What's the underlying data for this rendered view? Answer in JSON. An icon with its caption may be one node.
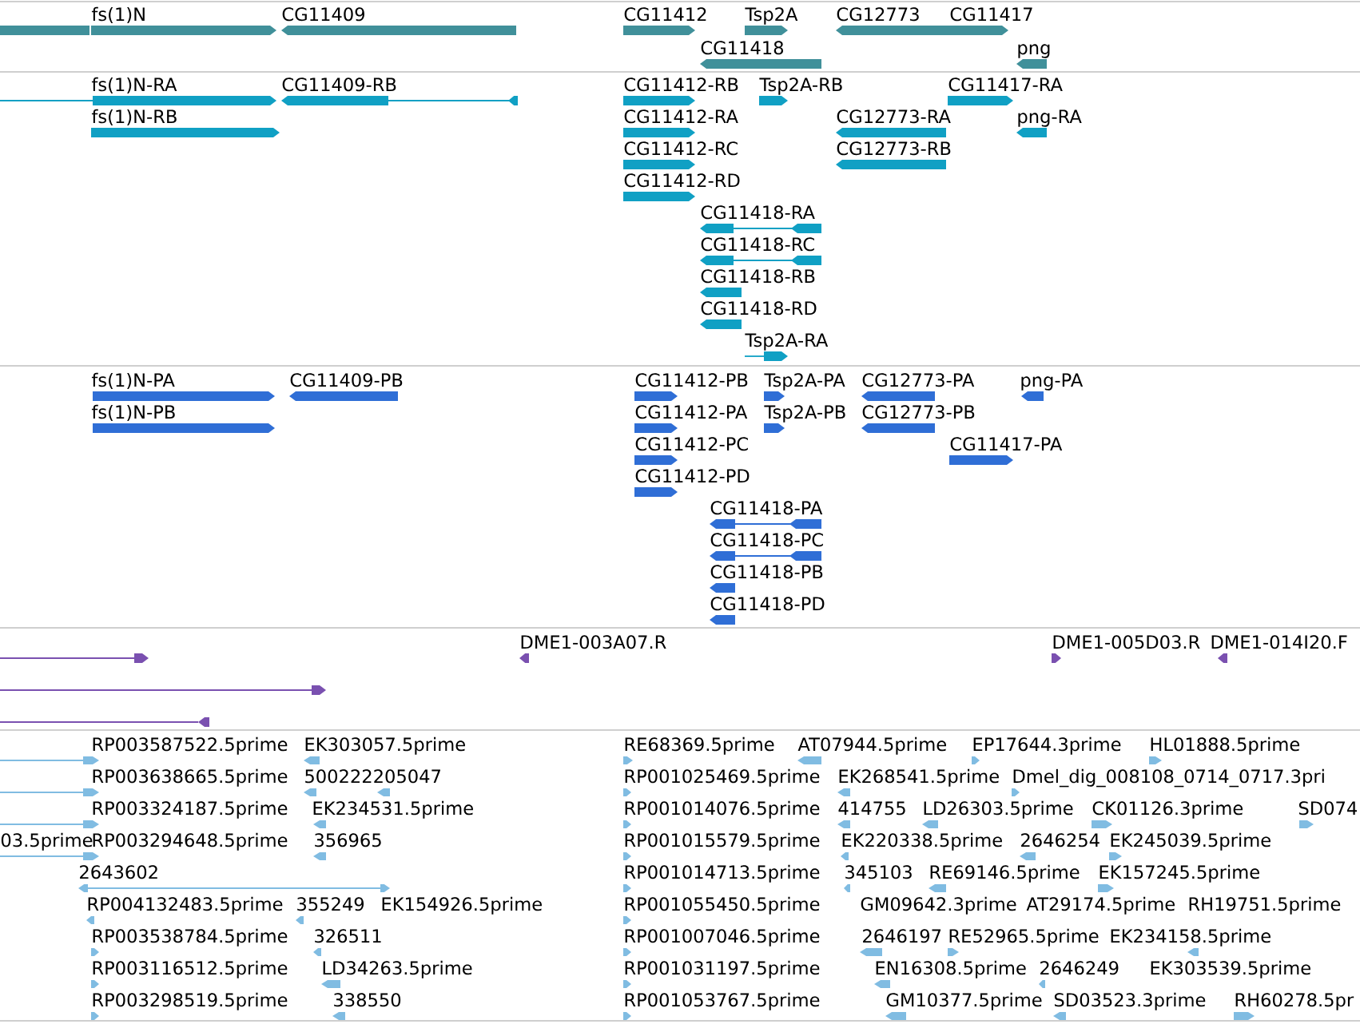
{
  "diagram": {
    "labels": [
      "fs(1)N",
      "CG11409",
      "CG11412",
      "Tsp2A",
      "CG12773",
      "CG11417",
      "CG11418",
      "png",
      "fs(1)N-RA",
      "CG11409-RB",
      "CG11412-RB",
      "Tsp2A-RB",
      "CG11417-RA",
      "fs(1)N-RB",
      "CG11412-RA",
      "CG12773-RA",
      "png-RA",
      "CG11412-RC",
      "CG12773-RB",
      "CG11412-RD",
      "CG11418-RA",
      "CG11418-RC",
      "CG11418-RB",
      "CG11418-RD",
      "Tsp2A-RA",
      "fs(1)N-PA",
      "CG11409-PB",
      "CG11412-PB",
      "Tsp2A-PA",
      "CG12773-PA",
      "png-PA",
      "fs(1)N-PB",
      "CG11412-PA",
      "Tsp2A-PB",
      "CG12773-PB",
      "CG11412-PC",
      "CG11417-PA",
      "CG11412-PD",
      "CG11418-PA",
      "CG11418-PC",
      "CG11418-PB",
      "CG11418-PD",
      "DME1-003A07.R",
      "DME1-005D03.R",
      "DME1-014I20.F",
      "RP003587522.5prime",
      "EK303057.5prime",
      "RE68369.5prime",
      "AT07944.5prime",
      "EP17644.3prime",
      "HL01888.5prime",
      "RP003638665.5prime",
      "500222205047",
      "RP001025469.5prime",
      "EK268541.5prime",
      "Dmel_dig_008108_0714_0717.3pri",
      "RP003324187.5prime",
      "EK234531.5prime",
      "RP001014076.5prime",
      "414755",
      "LD26303.5prime",
      "CK01126.3prime",
      "SD074",
      "03.5prime",
      "RP003294648.5prime",
      "356965",
      "RP001015579.5prime",
      "EK220338.5prime",
      "2646254",
      "EK245039.5prime",
      "2643602",
      "RP001014713.5prime",
      "345103",
      "RE69146.5prime",
      "EK157245.5prime",
      "RP004132483.5prime",
      "355249",
      "EK154926.5prime",
      "RP001055450.5prime",
      "GM09642.3prime",
      "AT29174.5prime",
      "RH19751.5prime",
      "RP003538784.5prime",
      "326511",
      "RP001007046.5prime",
      "2646197",
      "RE52965.5prime",
      "EK234158.5prime",
      "RP003116512.5prime",
      "LD34263.5prime",
      "RP001031197.5prime",
      "EN16308.5prime",
      "2646249",
      "EK303539.5prime",
      "RP003298519.5prime",
      "338550",
      "RP001053767.5prime",
      "GM10377.5prime",
      "SD03523.3prime",
      "RH60278.5pr"
    ]
  }
}
